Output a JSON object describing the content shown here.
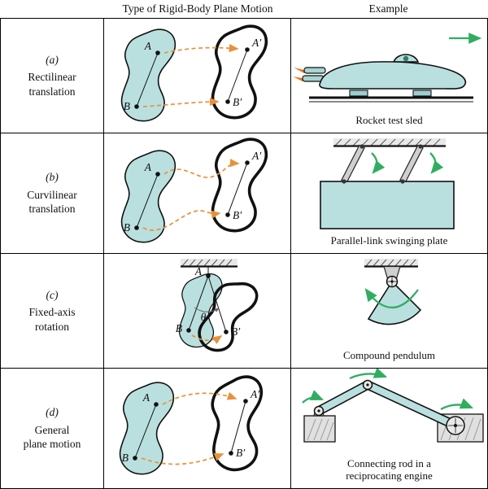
{
  "header": {
    "motion_column": "Type of Rigid-Body Plane Motion",
    "example_column": "Example"
  },
  "colors": {
    "teal": "#b9e0df",
    "orange": "#e8913a",
    "green": "#2fae60"
  },
  "rows": [
    {
      "letter": "(a)",
      "motion": "Rectilinear\ntranslation",
      "caption": "Rocket test sled",
      "points": {
        "A": "A",
        "B": "B",
        "Ap": "A′",
        "Bp": "B′"
      }
    },
    {
      "letter": "(b)",
      "motion": "Curvilinear\ntranslation",
      "caption": "Parallel-link swinging plate",
      "points": {
        "A": "A",
        "B": "B",
        "Ap": "A′",
        "Bp": "B′"
      }
    },
    {
      "letter": "(c)",
      "motion": "Fixed-axis\nrotation",
      "caption": "Compound pendulum",
      "points": {
        "A": "A",
        "B": "B",
        "Bp": "B′",
        "theta": "θ"
      }
    },
    {
      "letter": "(d)",
      "motion": "General\nplane motion",
      "caption": "Connecting rod in a\nreciprocating engine",
      "points": {
        "A": "A",
        "B": "B",
        "Ap": "A′",
        "Bp": "B′"
      }
    }
  ]
}
